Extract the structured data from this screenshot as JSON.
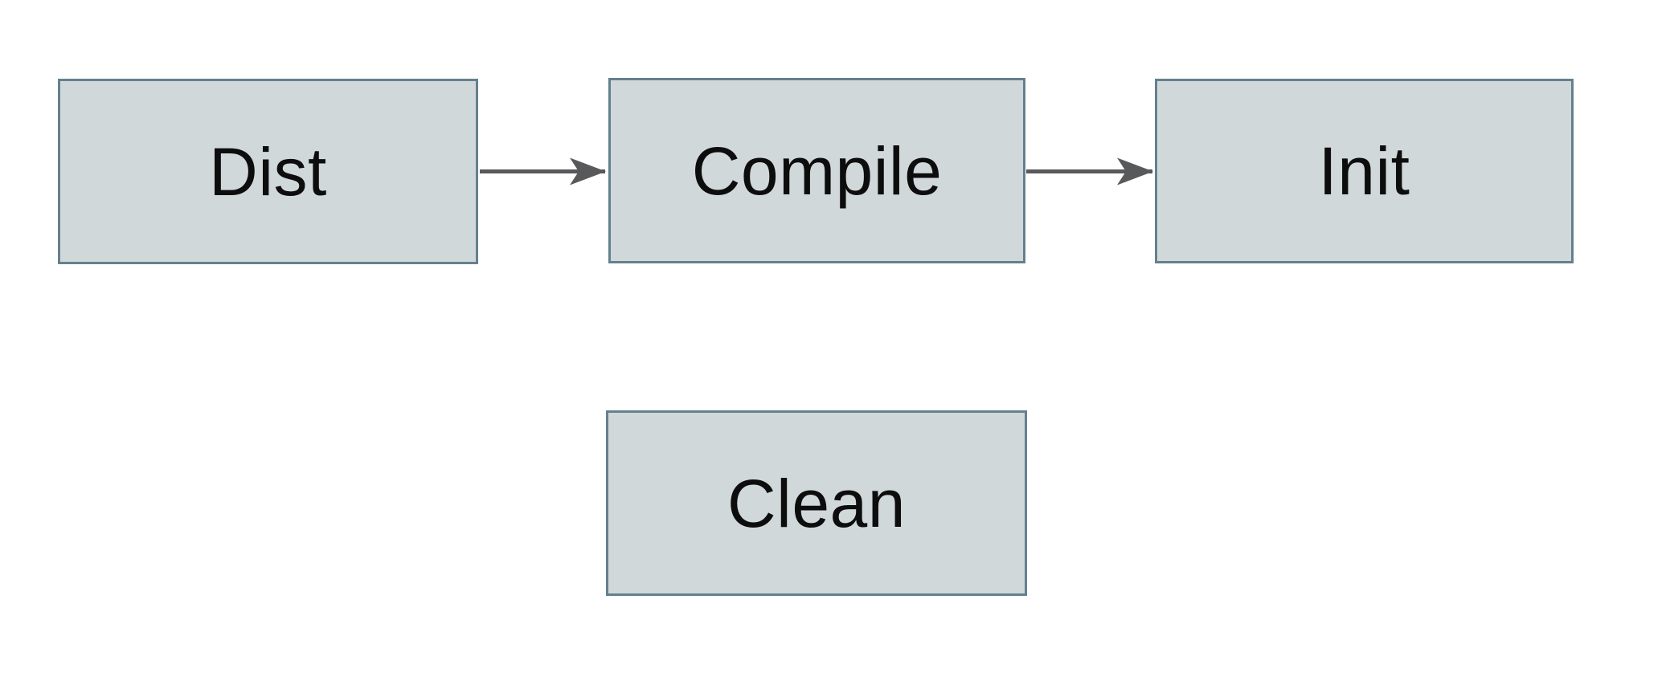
{
  "colors": {
    "background": "#ffffff",
    "box_fill": "#d1d8da",
    "box_border": "#64808e",
    "arrow": "#58595b",
    "text": "#0d0d0d"
  },
  "diagram": {
    "type": "flowchart",
    "nodes": [
      {
        "id": "dist",
        "label": "Dist"
      },
      {
        "id": "compile",
        "label": "Compile"
      },
      {
        "id": "init",
        "label": "Init"
      },
      {
        "id": "clean",
        "label": "Clean"
      }
    ],
    "edges": [
      {
        "from": "Dist",
        "to": "Compile",
        "direction": "right",
        "style": "solid-arrow"
      },
      {
        "from": "Compile",
        "to": "Init",
        "direction": "right",
        "style": "solid-arrow"
      }
    ]
  }
}
